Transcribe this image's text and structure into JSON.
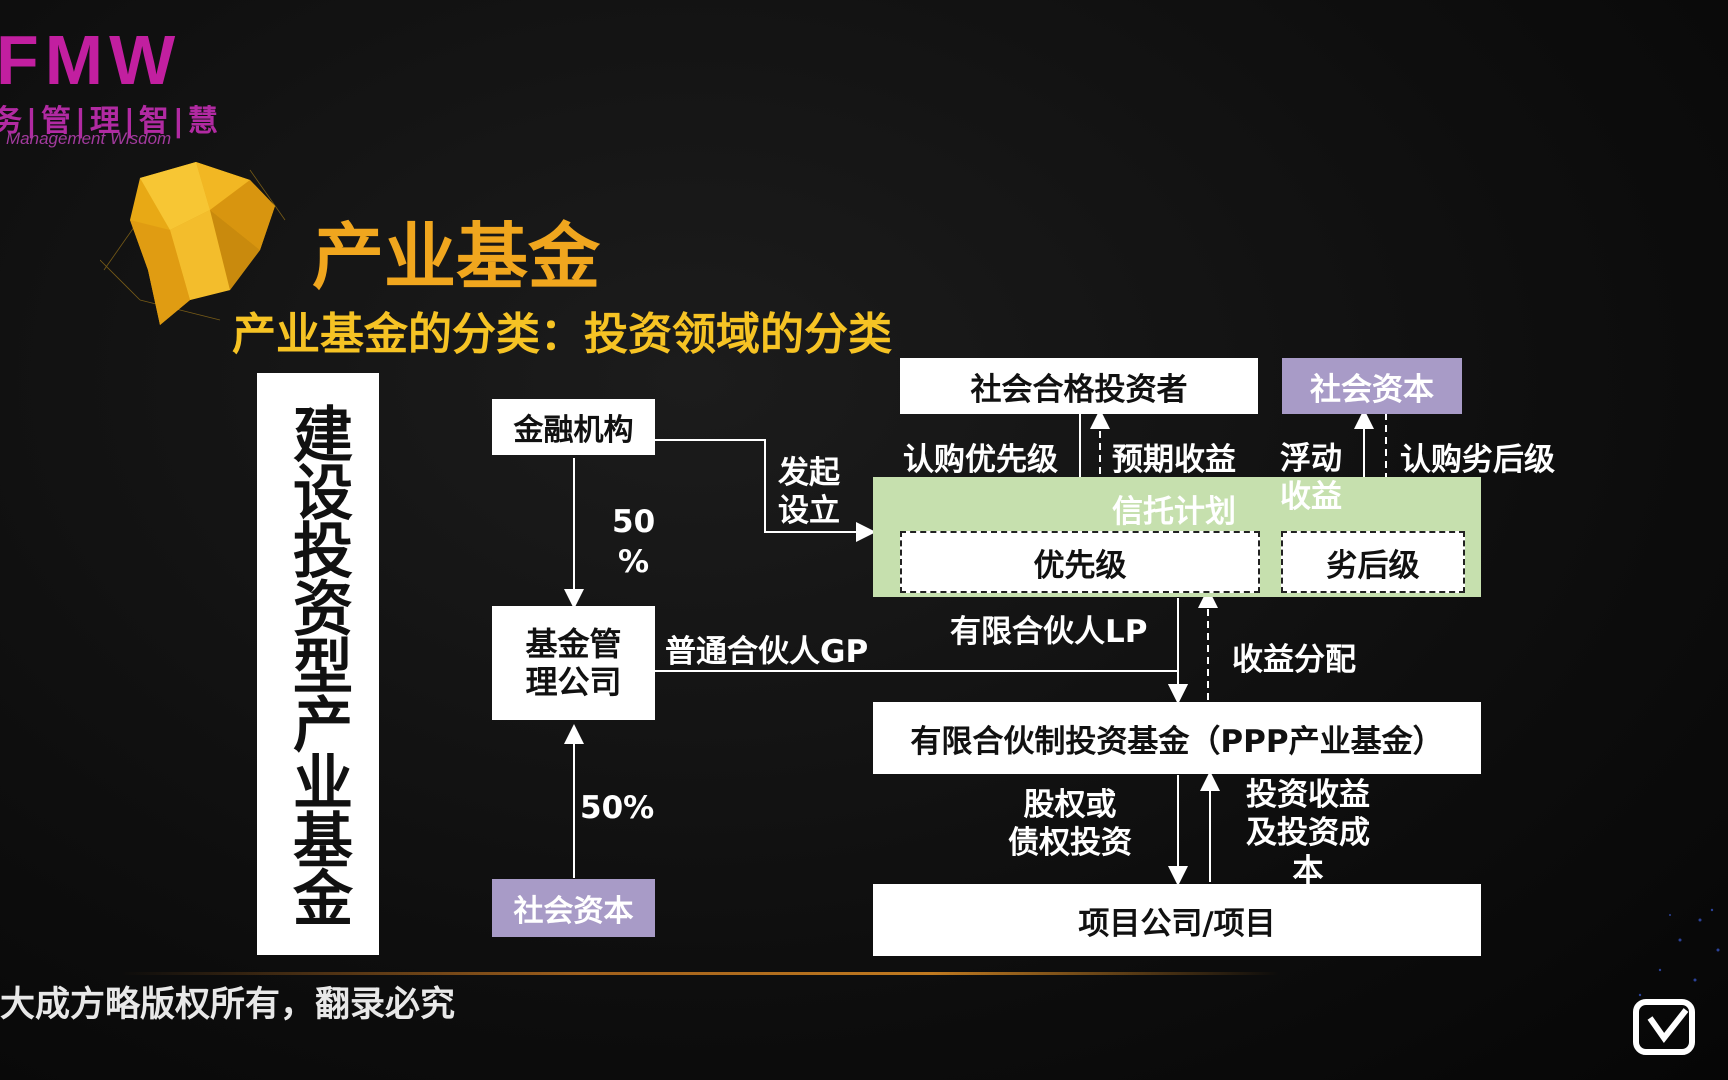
{
  "logo": {
    "letters": "FMW",
    "cn": "务|管|理|智|慧",
    "en": "Management Wisdom"
  },
  "title": "产业基金",
  "subtitle": "产业基金的分类：投资领域的分类",
  "vertical_label": "建设投资型产业基金",
  "nodes": {
    "financial_institution": "金融机构",
    "fund_mgmt_company": "基金管理公司",
    "social_capital_left": "社会资本",
    "qualified_investors": "社会合格投资者",
    "social_capital_right": "社会资本",
    "trust_plan": "信托计划",
    "priority": "优先级",
    "subordinate": "劣后级",
    "lp_fund": "有限合伙制投资基金（PPP产业基金）",
    "project": "项目公司/项目"
  },
  "edge_labels": {
    "initiate": "发起\n设立",
    "pct_top": "50\n%",
    "pct_bottom": "50%",
    "gp": "普通合伙人GP",
    "lp": "有限合伙人LP",
    "subscribe_priority": "认购优先级",
    "expected_return": "预期收益",
    "floating_return": "浮动\n收益",
    "subscribe_subordinate": "认购劣后级",
    "profit_distribution": "收益分配",
    "equity_debt": "股权或\n债权投资",
    "investment_return": "投资收益\n及投资成\n本"
  },
  "footer": "大成方略版权所有，翻录必究",
  "colors": {
    "title": "#f0a61e",
    "subtitle": "#f6c324",
    "purple": "#a89bc7",
    "green": "#c6e0ae",
    "logo": "#c21fa0"
  }
}
